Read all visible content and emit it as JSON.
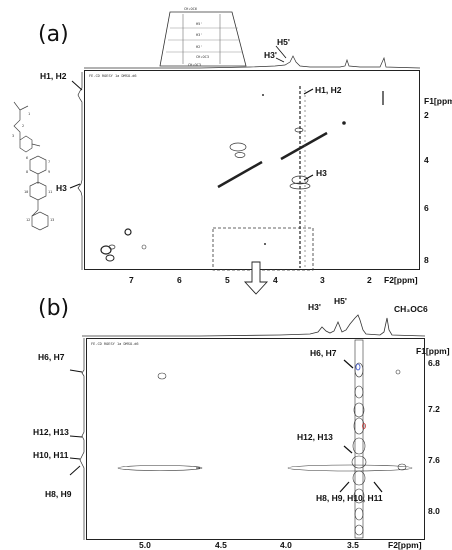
{
  "panels": [
    {
      "id": "a",
      "panel_label": "(a)",
      "header_text": "FE-CD ROESY 1a DMSO-d6",
      "x_axis_name": "F2[ppm]",
      "y_axis_name": "F1[ppm]",
      "x_ticks": [
        "7",
        "6",
        "5",
        "4",
        "3",
        "2"
      ],
      "y_ticks": [
        "2",
        "4",
        "6",
        "8"
      ],
      "labels": {
        "h1h2_left": "H1, H2",
        "h3_left": "H3",
        "h5p_top": "H5'",
        "h3p_top": "H3'",
        "h1h2_inner": "H1, H2",
        "h3_inner": "H3"
      },
      "cd_labels": [
        "CH₂OC6",
        "H5'",
        "H3'",
        "H2'",
        "CH₂OC3",
        "CH₂OC3"
      ]
    },
    {
      "id": "b",
      "panel_label": "(b)",
      "header_text": "FE-CD ROESY 1a DMSO-d6",
      "x_axis_name": "F2[ppm]",
      "y_axis_name": "F1[ppm]",
      "x_ticks": [
        "5.0",
        "4.5",
        "4.0",
        "3.5"
      ],
      "y_ticks": [
        "6.8",
        "7.2",
        "7.6",
        "8.0"
      ],
      "labels": {
        "h3p_top": "H3'",
        "h5p_top": "H5'",
        "ch3oc6_top": "CH₃OC6",
        "h6h7_left": "H6, H7",
        "h12h13_left": "H12, H13",
        "h10h11_left": "H10, H11",
        "h8h9_left": "H8, H9",
        "h6h7_inner": "H6, H7",
        "h12h13_inner": "H12, H13",
        "h8_h11_inner": "H8, H9, H10, H11"
      }
    }
  ],
  "structure_atom_labels": [
    "1",
    "2",
    "3",
    "6",
    "7",
    "8",
    "9",
    "10",
    "11",
    "12",
    "13"
  ]
}
